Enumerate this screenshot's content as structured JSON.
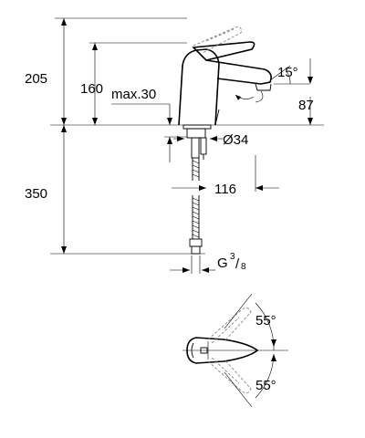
{
  "dimensions": {
    "total_height": "205",
    "spout_height": "160",
    "max_thickness": "max.30",
    "lever_angle": "15°",
    "outlet_height": "87",
    "hole_diameter": "Ø34",
    "below_deck": "350",
    "projection": "116",
    "thread_main": "G",
    "thread_num": "3",
    "thread_den": "8",
    "rotate_up": "55°",
    "rotate_down": "55°"
  }
}
